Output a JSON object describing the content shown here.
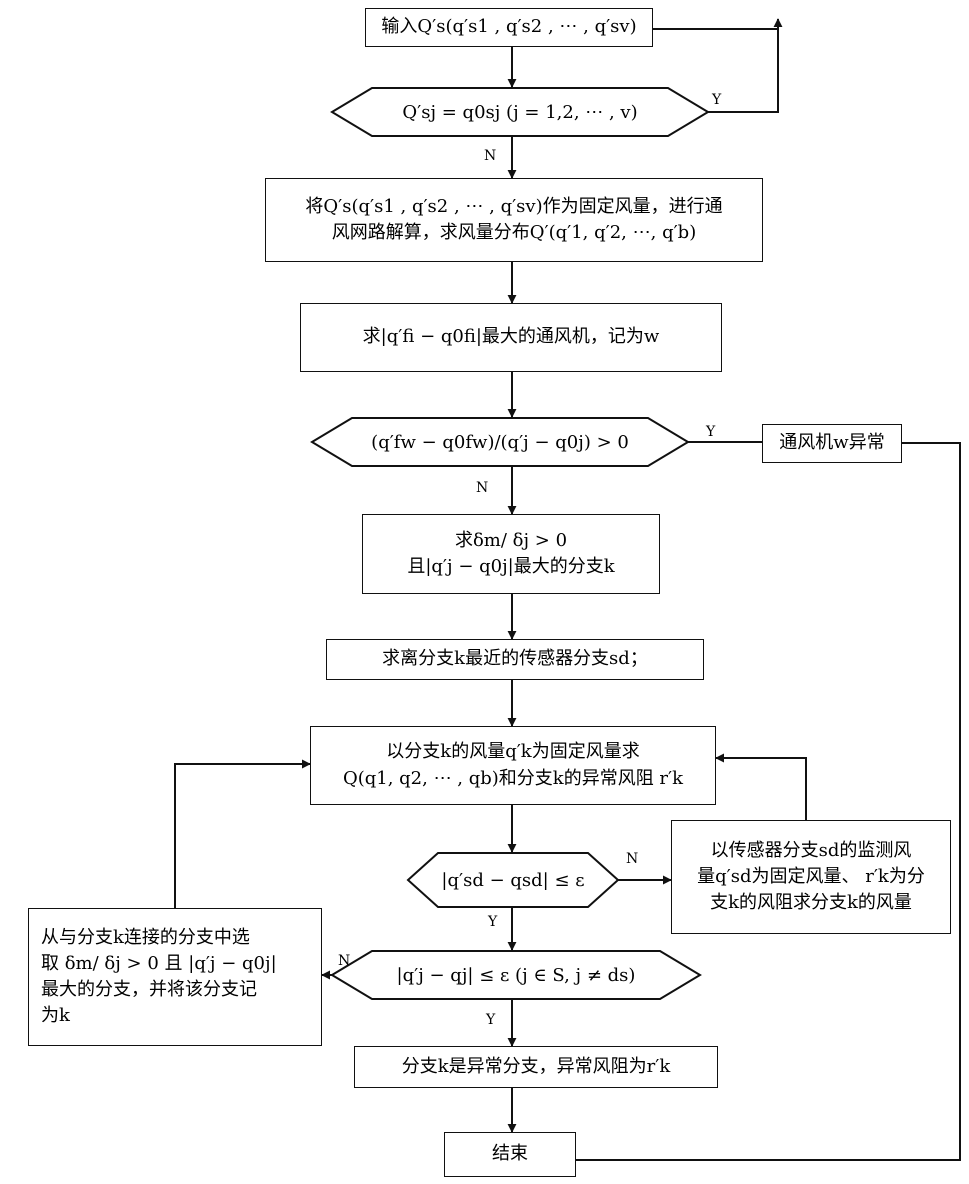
{
  "nodes": {
    "n1": "输入Q′s(q′s1 , q′s2 , ⋯ , q′sv)",
    "d1": "Q′sj = q0sj (j = 1,2, ⋯ , v)",
    "n2": [
      "将Q′s(q′s1 , q′s2 , ⋯ , q′sv)作为固定风量，进行通",
      "风网路解算，求风量分布Q′(q′1, q′2, ⋯, q′b)"
    ],
    "n3": "求|q′fi − q0fi|最大的通风机，记为w",
    "d2": "(q′fw − q0fw)/(q′j − q0j) > 0",
    "fan": "通风机w异常",
    "n4": [
      "求δm/ δj > 0",
      "且|q′j − q0j|最大的分支k"
    ],
    "n5": "求离分支k最近的传感器分支sd；",
    "n6": [
      "以分支k的风量q′k为固定风量求",
      "Q(q1, q2, ⋯ , qb)和分支k的异常风阻 r′k"
    ],
    "d3": "|q′sd − qsd| ≤ ε",
    "n7": [
      "以传感器分支sd的监测风",
      "量q′sd为固定风量、 r′k为分",
      "支k的风阻求分支k的风量"
    ],
    "n8": [
      "从与分支k连接的分支中选",
      "取 δm/ δj > 0 且 |q′j − q0j|",
      "最大的分支，并将该分支记",
      "为k"
    ],
    "d4": "|q′j − qj| ≤ ε (j ∈ S, j ≠ ds)",
    "n9": "分支k是异常分支，异常风阻为r′k",
    "end": "结束"
  },
  "labels": {
    "d1_yes": "Y",
    "d1_no": "N",
    "d2_yes": "Y",
    "d2_no": "N",
    "d3_no": "N",
    "d3_yes": "Y",
    "d4_no": "N",
    "d4_yes": "Y"
  }
}
